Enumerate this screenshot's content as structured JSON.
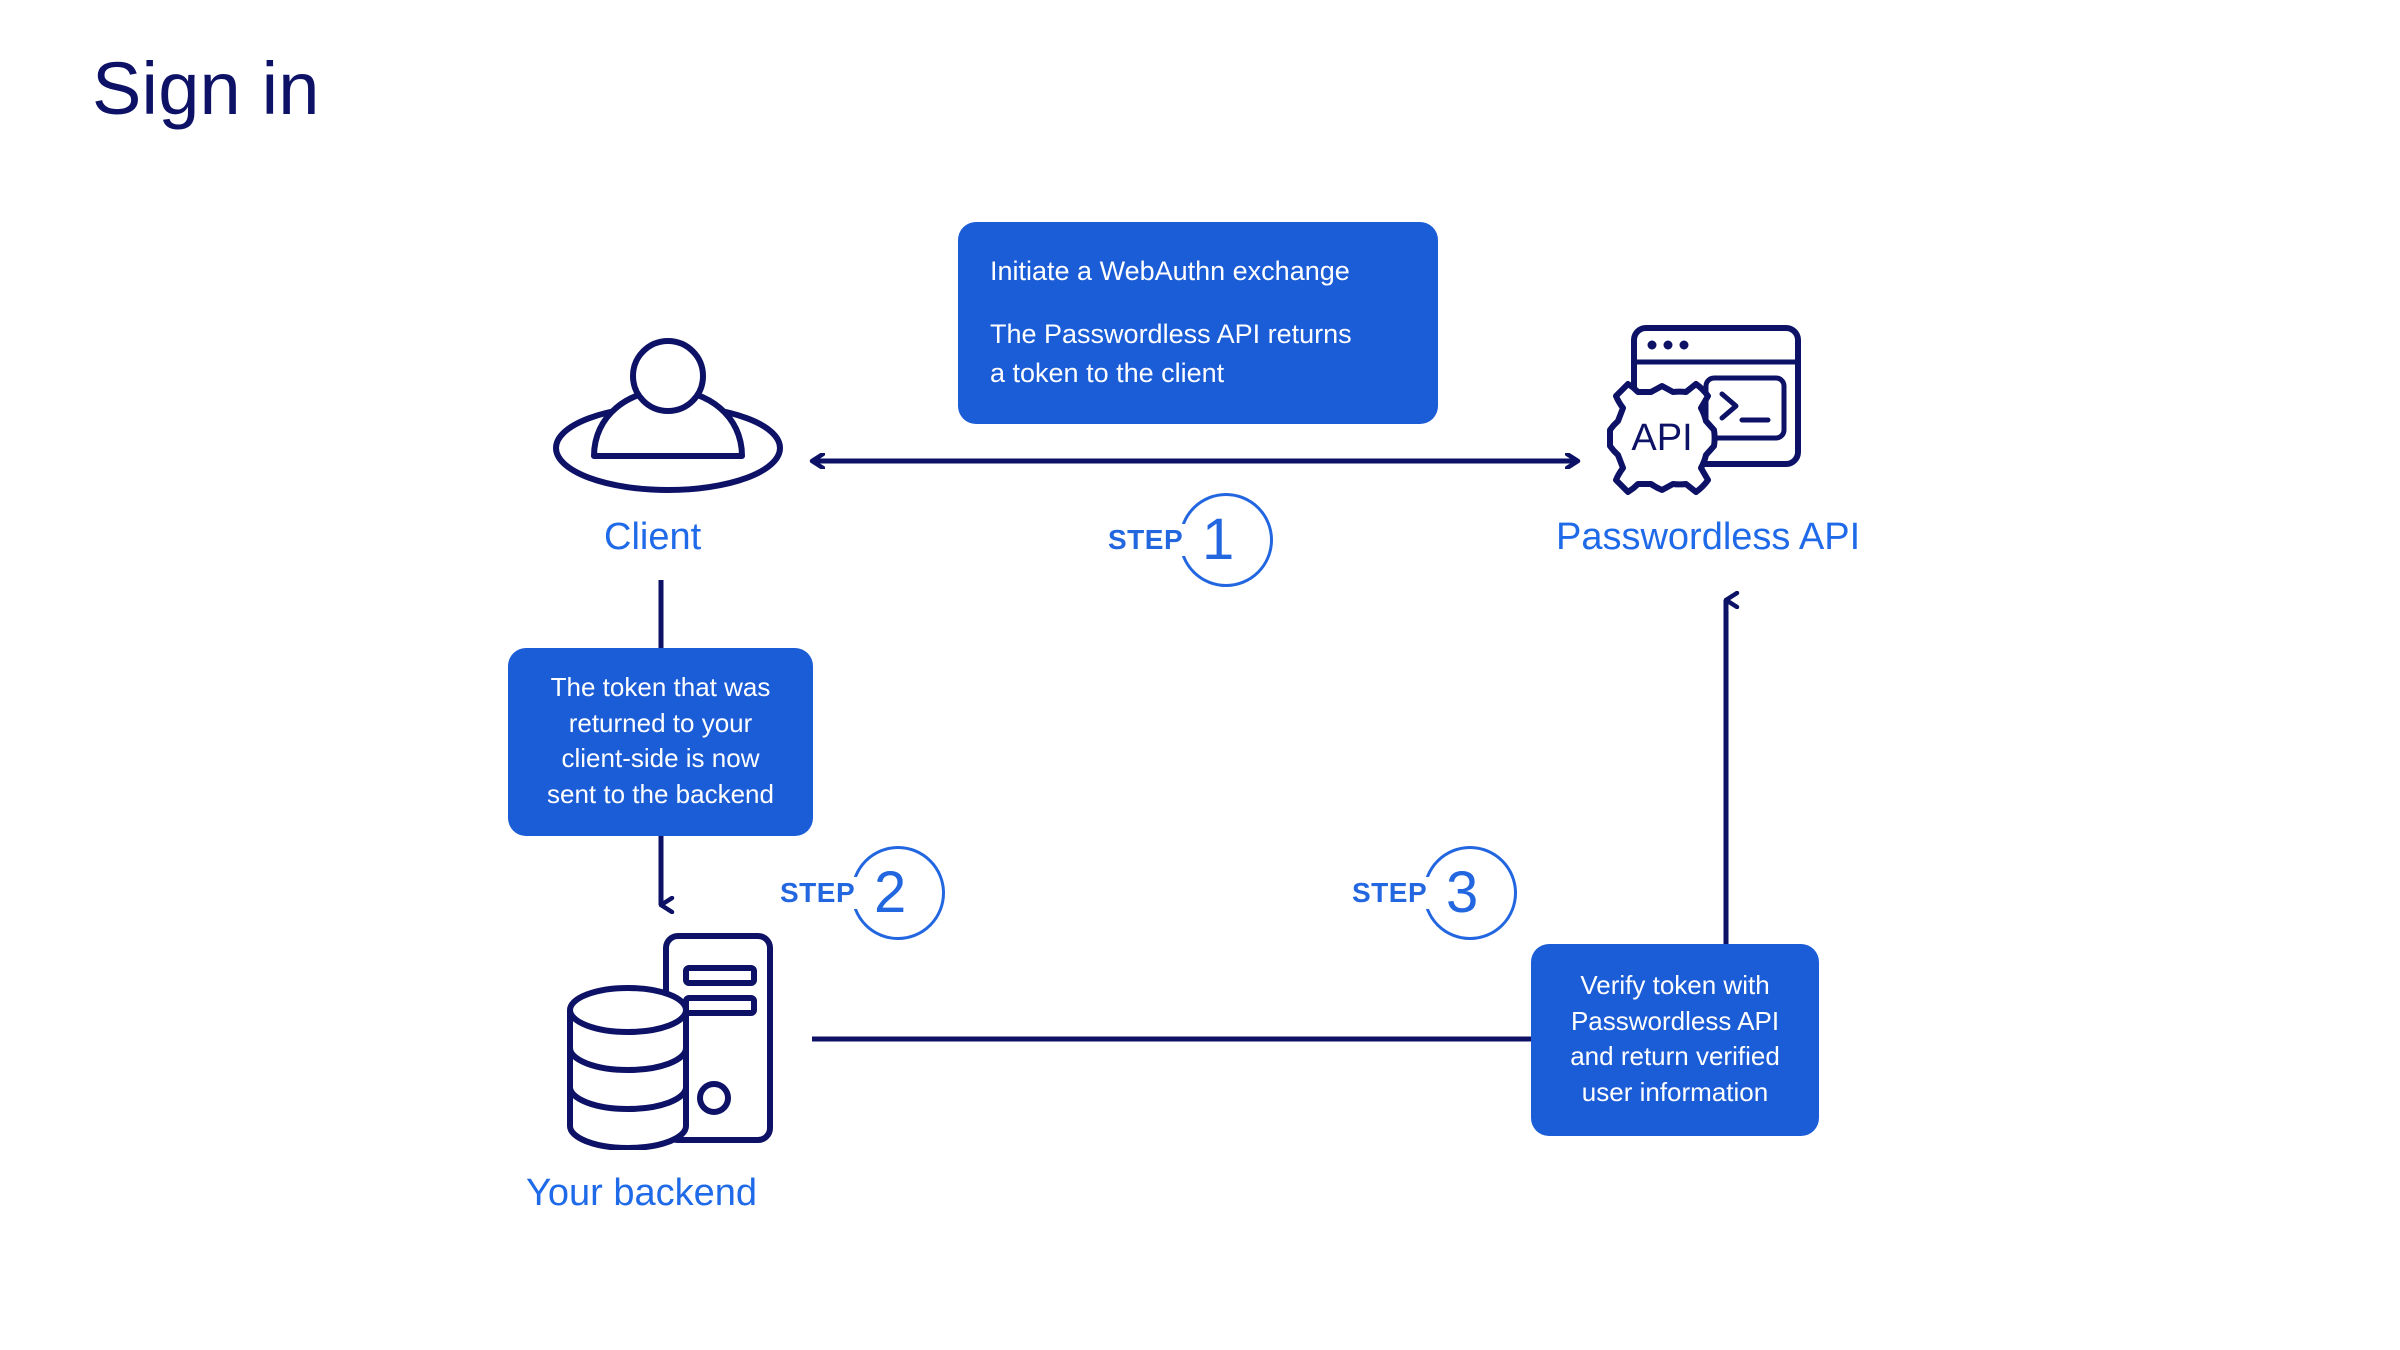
{
  "page": {
    "title": "Sign in",
    "background": "#ffffff",
    "navy": "#0d1266",
    "accent_blue": "#1f6ae8",
    "box_blue": "#1b5cd7",
    "step_blue": "#2266e0"
  },
  "nodes": [
    {
      "id": "client",
      "label": "Client",
      "icon": "user-avatar-icon"
    },
    {
      "id": "api",
      "label": "Passwordless API",
      "icon": "api-terminal-gear-icon"
    },
    {
      "id": "backend",
      "label": "Your backend",
      "icon": "database-server-icon"
    }
  ],
  "callouts": [
    {
      "id": "callout-1",
      "line1": "Initiate a WebAuthn exchange",
      "line2": "The Passwordless API returns\na token to the client",
      "align": "left"
    },
    {
      "id": "callout-2",
      "text": "The token that was\nreturned to your\nclient-side is now\nsent to the backend",
      "align": "center"
    },
    {
      "id": "callout-3",
      "text": "Verify token with\nPasswordless API\nand return verified\nuser information",
      "align": "center"
    }
  ],
  "steps": [
    {
      "id": "step-1",
      "word": "STEP",
      "number": "1"
    },
    {
      "id": "step-2",
      "word": "STEP",
      "number": "2"
    },
    {
      "id": "step-3",
      "word": "STEP",
      "number": "3"
    }
  ],
  "icon_text": {
    "api_gear": "API",
    "terminal_prompt": ">_"
  },
  "connectors": [
    {
      "id": "client-api-bidirectional",
      "from": "client",
      "to": "api",
      "arrows": "both",
      "orientation": "horizontal"
    },
    {
      "id": "client-backend-down",
      "from": "client",
      "to": "backend",
      "arrows": "end",
      "orientation": "vertical"
    },
    {
      "id": "backend-callout3-line",
      "from": "backend",
      "to": "callout-3",
      "arrows": "none",
      "orientation": "horizontal"
    },
    {
      "id": "callout3-api-up",
      "from": "callout-3",
      "to": "api",
      "arrows": "end",
      "orientation": "vertical"
    }
  ]
}
